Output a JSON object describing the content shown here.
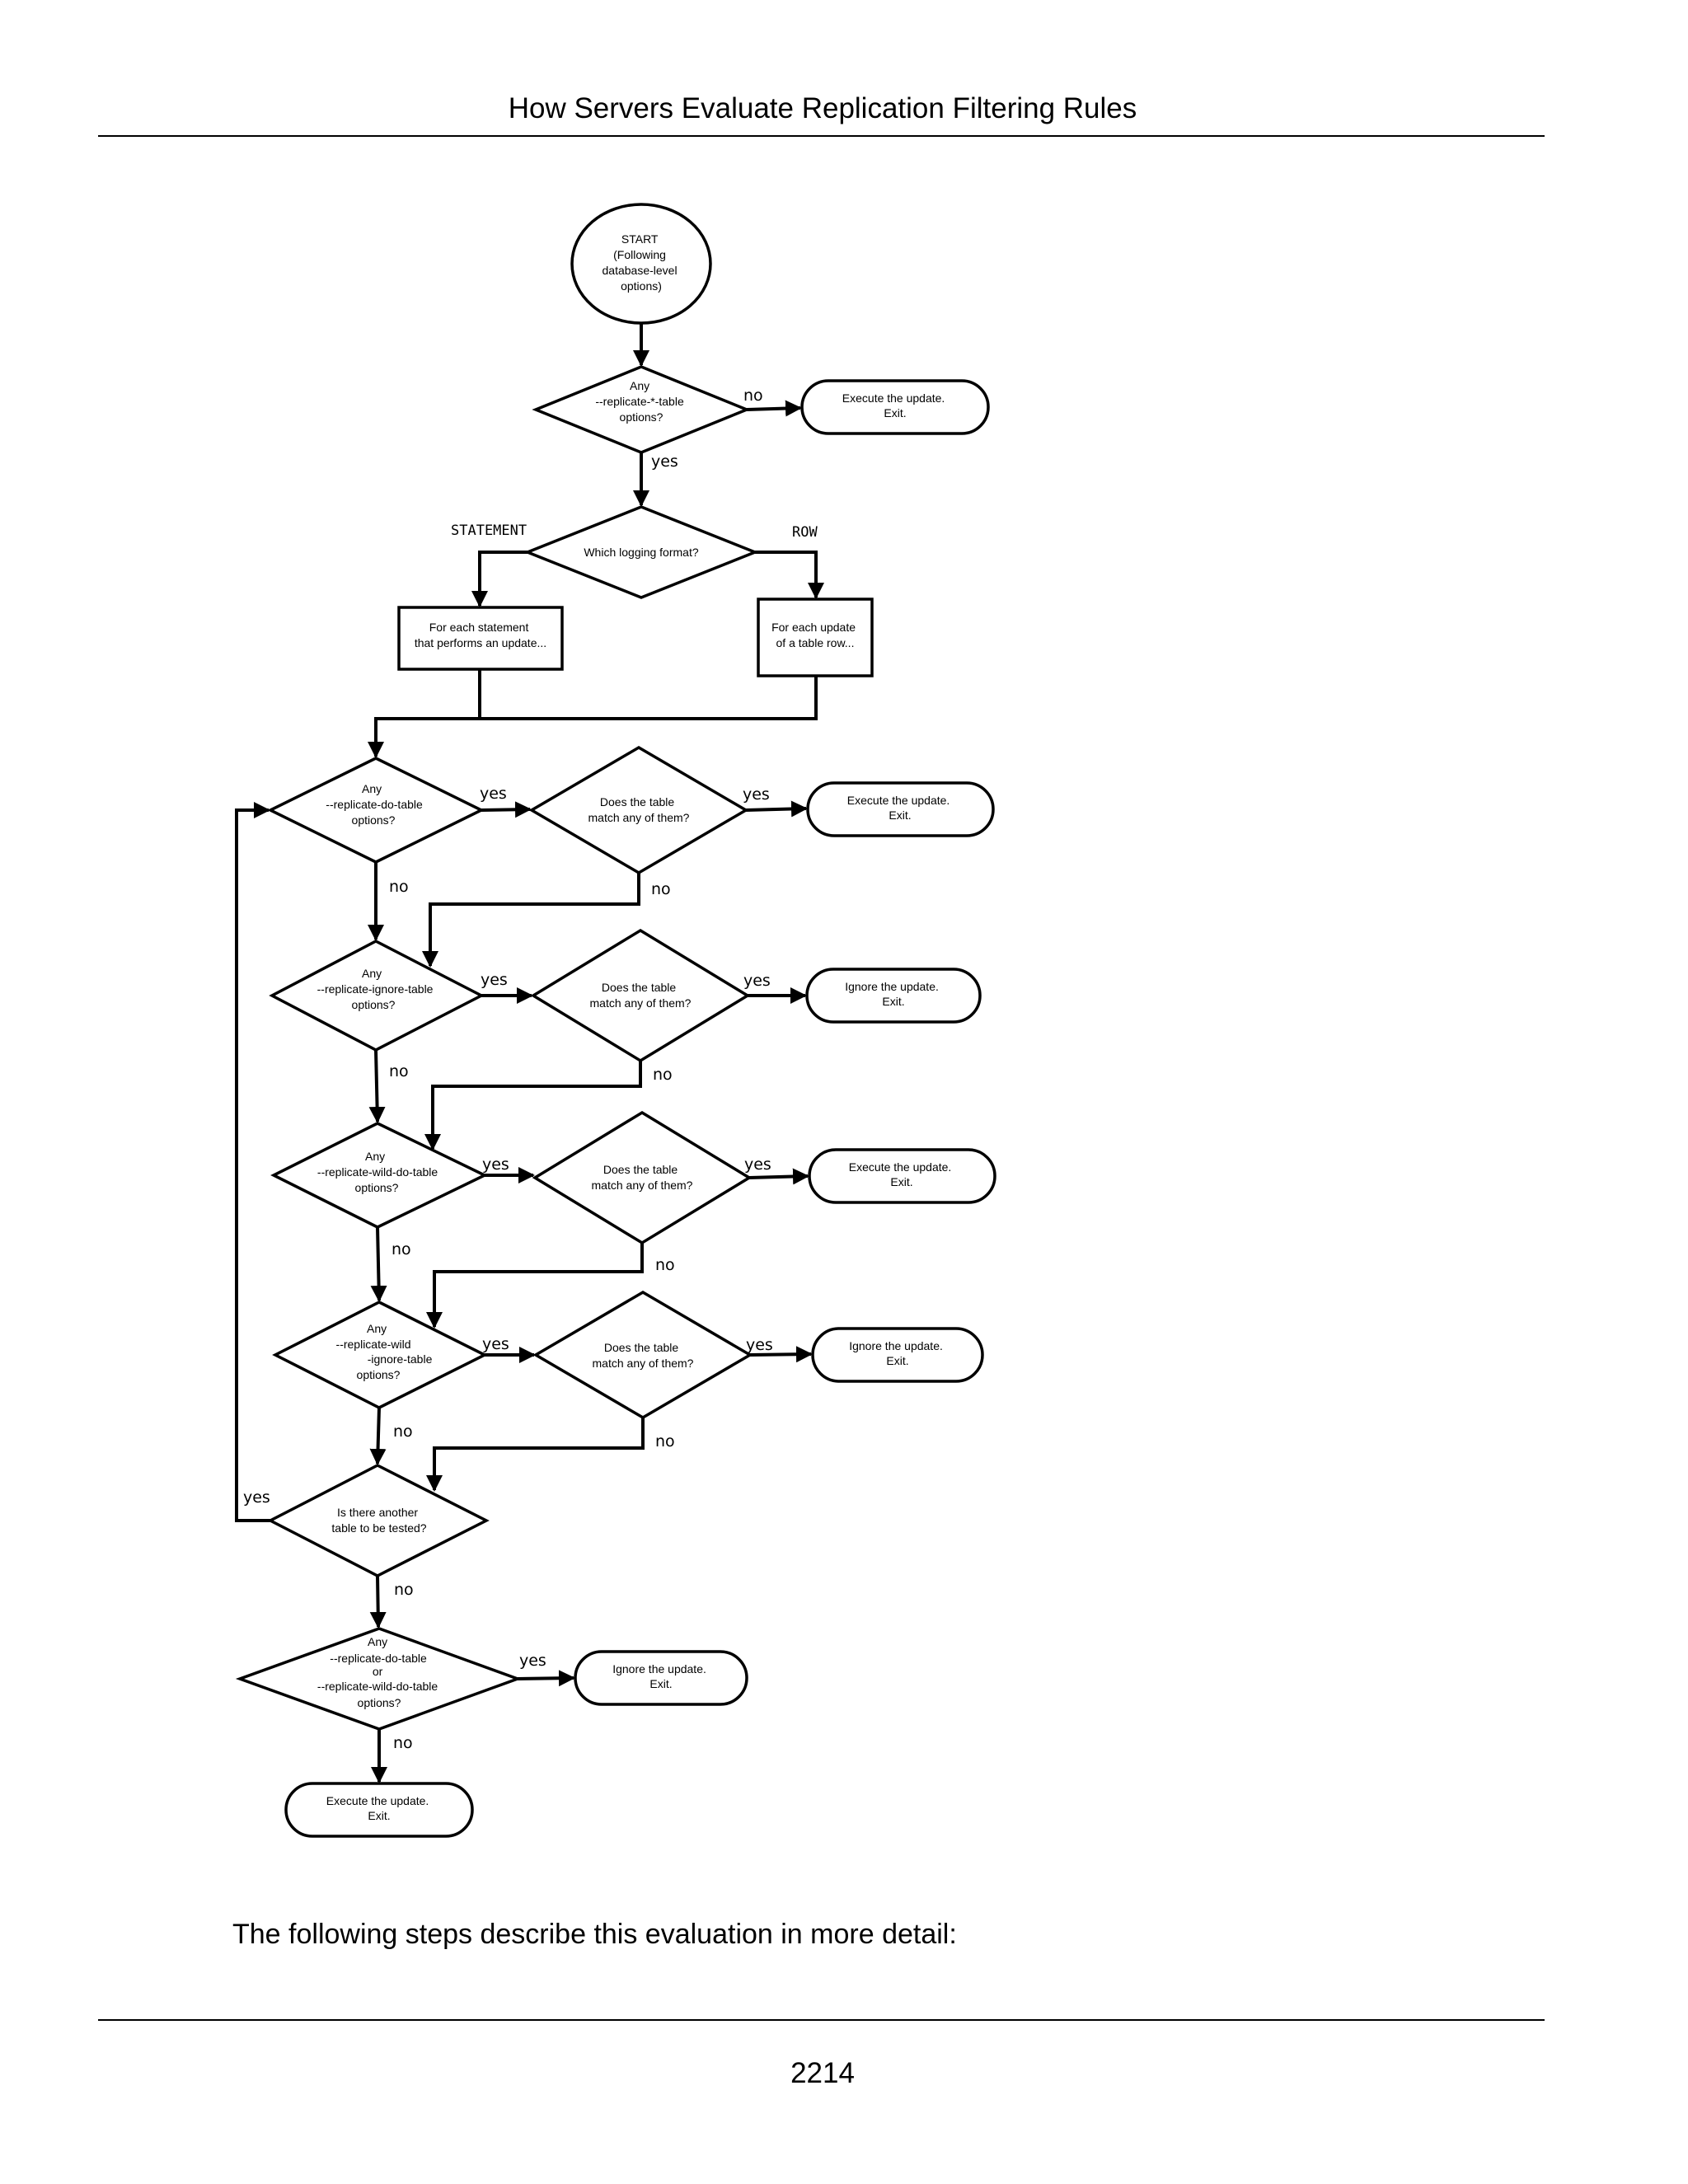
{
  "page": {
    "header": "How Servers Evaluate Replication Filtering Rules",
    "intro": "The following steps describe this evaluation in more detail:",
    "page_number": "2214"
  },
  "diagram": {
    "start": [
      "START",
      "(Following",
      "database-level",
      "options)"
    ],
    "d_any_table": [
      "Any",
      "--replicate-*-table",
      "options?"
    ],
    "exec_1": [
      "Execute the update.",
      "Exit."
    ],
    "d_format": [
      "Which logging format?"
    ],
    "lbl_statement": "STATEMENT",
    "lbl_row": "ROW",
    "box_statement": [
      "For each statement",
      "that performs an update..."
    ],
    "box_row": [
      "For each update",
      "of a table row..."
    ],
    "d_do_table": [
      "Any",
      "--replicate-do-table",
      "options?"
    ],
    "m_do": [
      "Does the table",
      "match any of them?"
    ],
    "exec_do": [
      "Execute the update.",
      "Exit."
    ],
    "d_ignore_table": [
      "Any",
      "--replicate-ignore-table",
      "options?"
    ],
    "m_ignore": [
      "Does the table",
      "match any of them?"
    ],
    "ignore_1": [
      "Ignore the update.",
      "Exit."
    ],
    "d_wild_do": [
      "Any",
      "--replicate-wild-do-table",
      "options?"
    ],
    "m_wild_do": [
      "Does the table",
      "match any of them?"
    ],
    "exec_wild": [
      "Execute the update.",
      "Exit."
    ],
    "d_wild_ignore": [
      "Any",
      "--replicate-wild",
      "-ignore-table",
      "options?"
    ],
    "m_wild_ignore": [
      "Does the table",
      "match any of them?"
    ],
    "ignore_2": [
      "Ignore the update.",
      "Exit."
    ],
    "d_another": [
      "Is there another",
      "table to be tested?"
    ],
    "d_final": [
      "Any",
      "--replicate-do-table",
      "or",
      "--replicate-wild-do-table",
      "options?"
    ],
    "ignore_3": [
      "Ignore the update.",
      "Exit."
    ],
    "exec_final": [
      "Execute the update.",
      "Exit."
    ],
    "labels": {
      "yes": "yes",
      "no": "no"
    }
  }
}
